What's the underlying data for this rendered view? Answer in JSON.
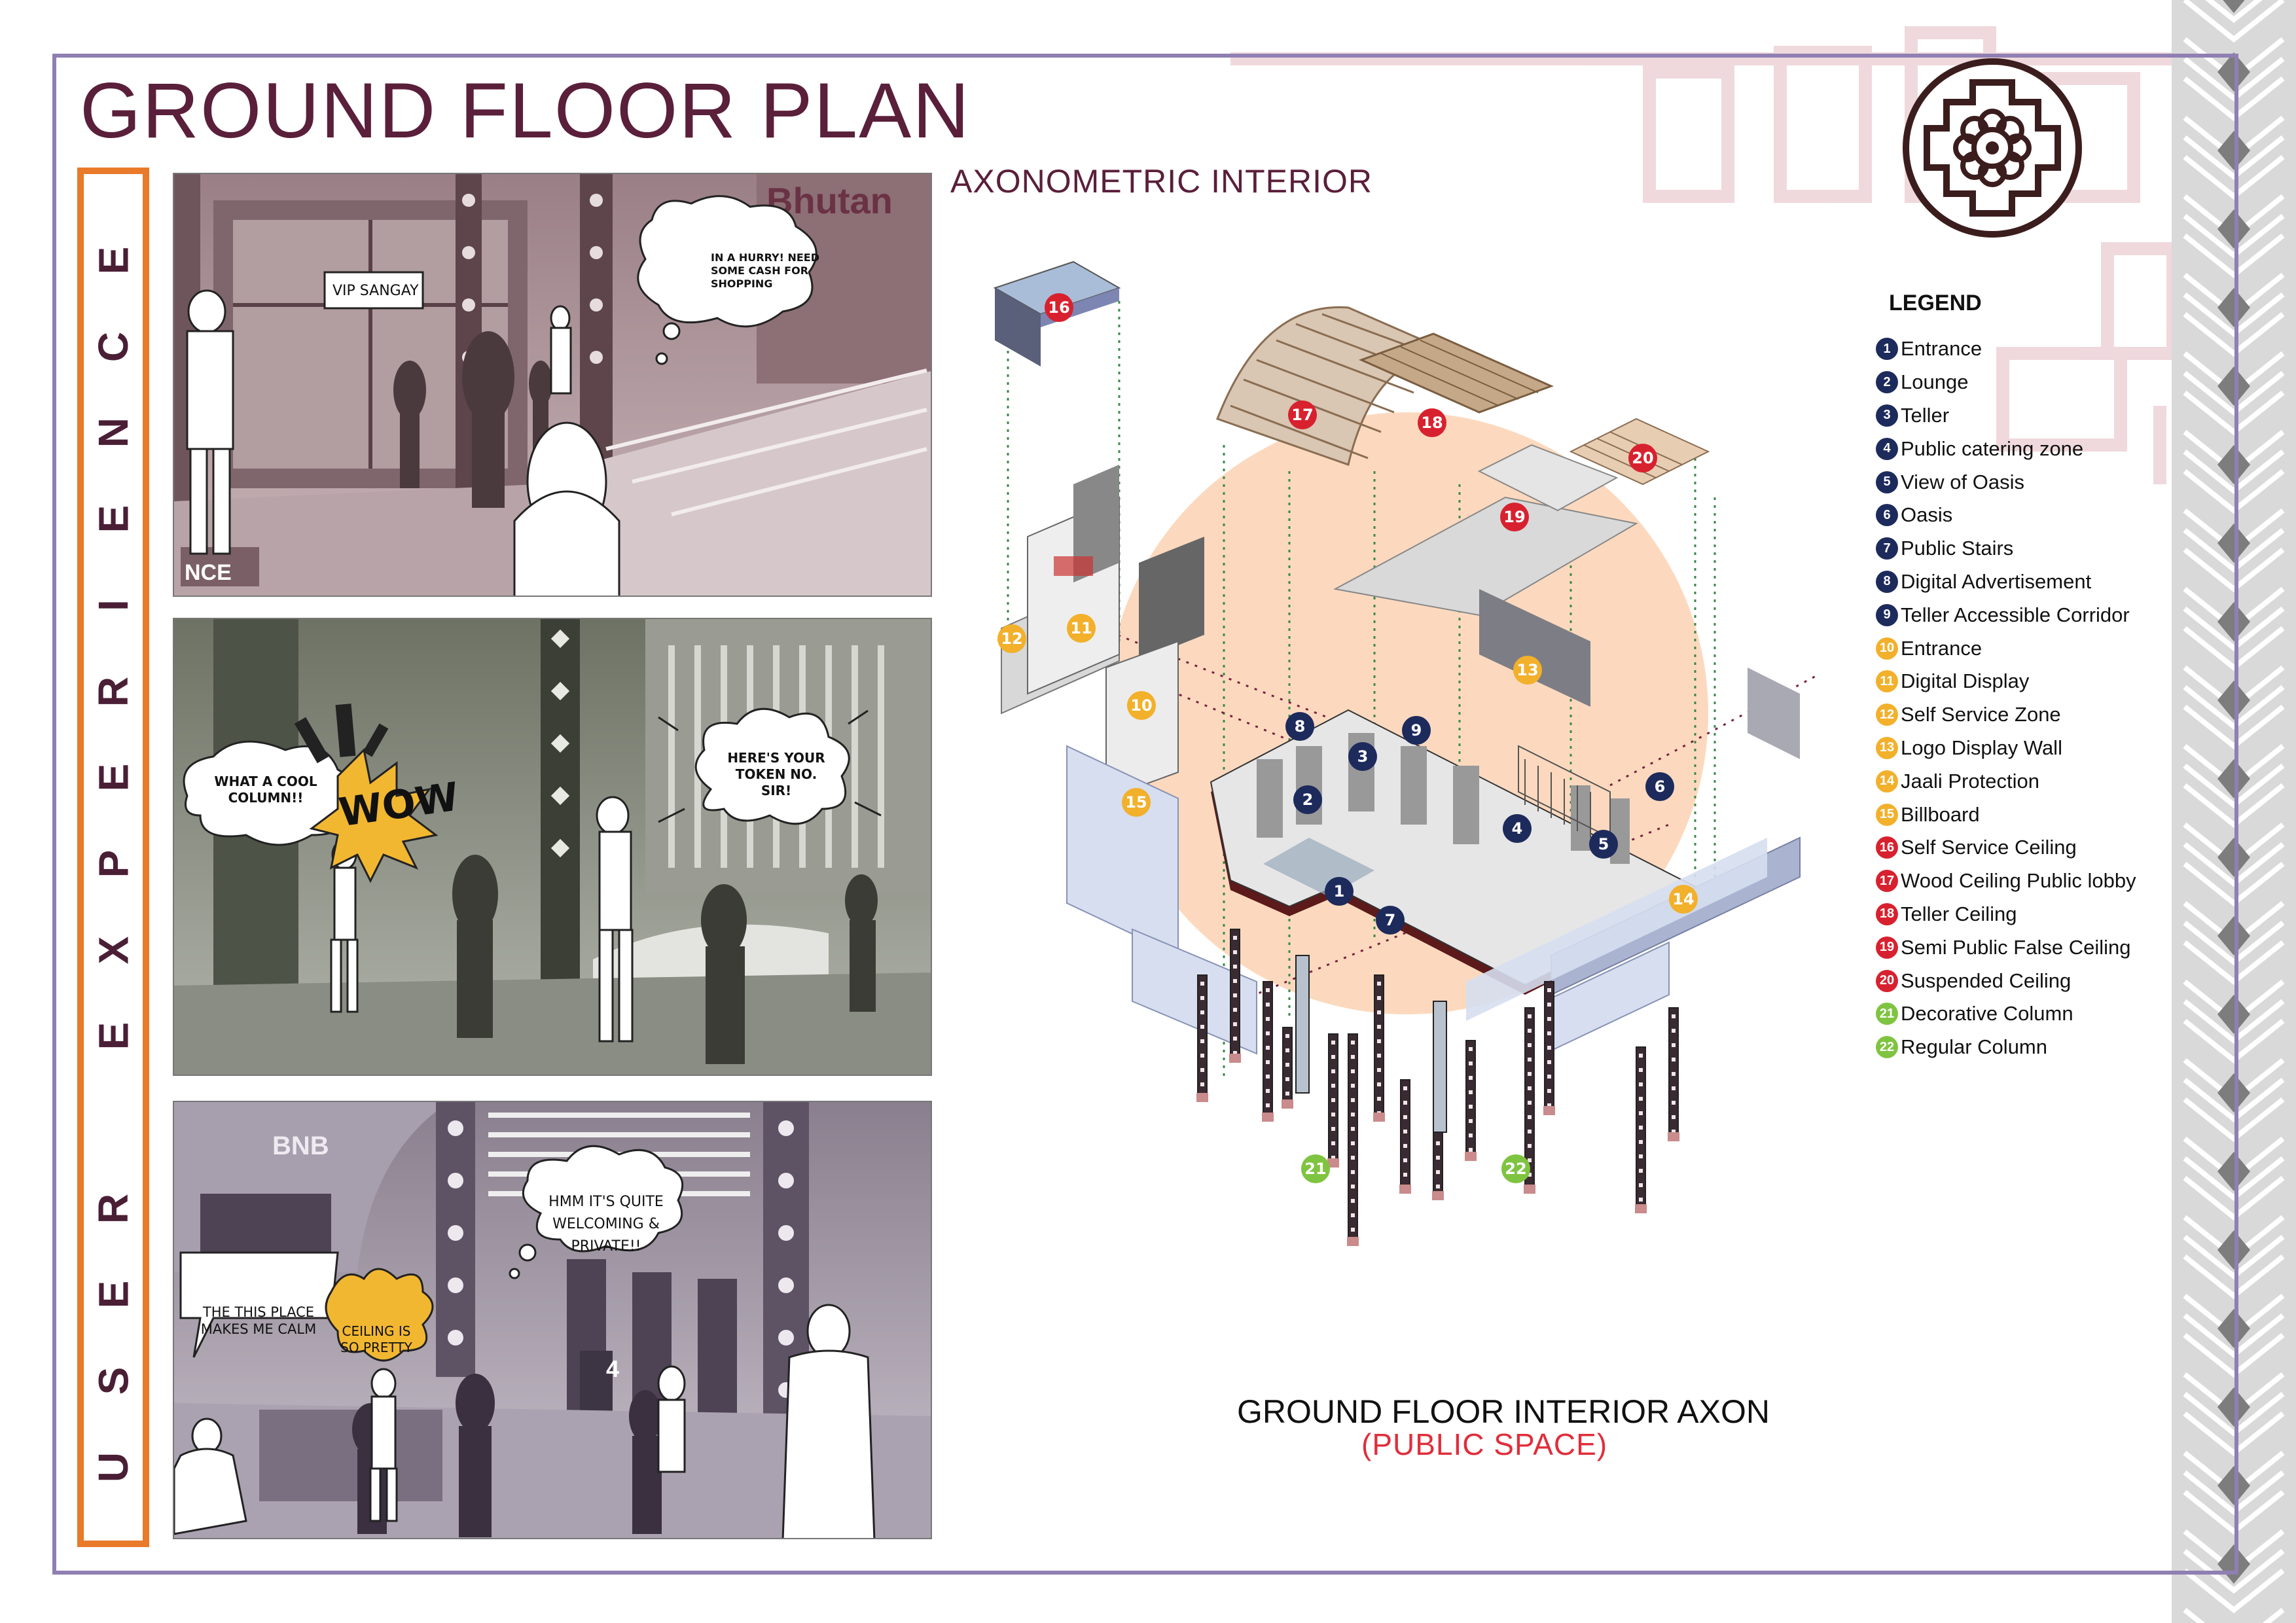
{
  "title": "GROUND FLOOR PLAN",
  "side_label": [
    "U",
    "S",
    "E",
    "R",
    "",
    "E",
    "X",
    "P",
    "E",
    "R",
    "I",
    "E",
    "N",
    "C",
    "E"
  ],
  "axon_subtitle": "AXONOMETRIC INTERIOR",
  "axon_title": "GROUND FLOOR INTERIOR AXON",
  "axon_subtitle2": "(PUBLIC SPACE)",
  "panels": {
    "top": {
      "sign": "VIP SANGAY",
      "bubble": "IN A HURRY! NEED SOME CASH FOR SHOPPING",
      "entrance_sign": "NCE",
      "building_text": "Bhutan"
    },
    "middle": {
      "bubble_left": "WHAT A COOL COLUMN!!",
      "wow": "WOW",
      "bubble_right": "HERE'S YOUR TOKEN NO. SIR!"
    },
    "bottom": {
      "brand": "BNB",
      "bubble_left": "THE THIS PLACE MAKES ME CALM",
      "bubble_yellow": "CEILING IS SO PRETTY",
      "bubble_right": "HMM IT'S QUITE WELCOMING & PRIVATE!!",
      "counter_number": "4"
    }
  },
  "legend": {
    "title": "LEGEND",
    "items": [
      {
        "num": "1",
        "label": "Entrance",
        "color": "navy"
      },
      {
        "num": "2",
        "label": "Lounge",
        "color": "navy"
      },
      {
        "num": "3",
        "label": "Teller",
        "color": "navy"
      },
      {
        "num": "4",
        "label": "Public catering  zone",
        "color": "navy"
      },
      {
        "num": "5",
        "label": "View of Oasis",
        "color": "navy"
      },
      {
        "num": "6",
        "label": "Oasis",
        "color": "navy"
      },
      {
        "num": "7",
        "label": "Public Stairs",
        "color": "navy"
      },
      {
        "num": "8",
        "label": "Digital Advertisement",
        "color": "navy"
      },
      {
        "num": "9",
        "label": "Teller Accessible Corridor",
        "color": "navy"
      },
      {
        "num": "10",
        "label": "Entrance",
        "color": "yellow"
      },
      {
        "num": "11",
        "label": "Digital Display",
        "color": "yellow"
      },
      {
        "num": "12",
        "label": "Self Service Zone",
        "color": "yellow"
      },
      {
        "num": "13",
        "label": "Logo Display Wall",
        "color": "yellow"
      },
      {
        "num": "14",
        "label": "Jaali Protection",
        "color": "yellow"
      },
      {
        "num": "15",
        "label": "Billboard",
        "color": "yellow"
      },
      {
        "num": "16",
        "label": "Self Service Ceiling",
        "color": "red"
      },
      {
        "num": "17",
        "label": "Wood Ceiling Public lobby",
        "color": "red"
      },
      {
        "num": "18",
        "label": "Teller Ceiling",
        "color": "red"
      },
      {
        "num": "19",
        "label": "Semi Public False Ceiling",
        "color": "red"
      },
      {
        "num": "20",
        "label": "Suspended Ceiling",
        "color": "red"
      },
      {
        "num": "21",
        "label": "Decorative Column",
        "color": "green"
      },
      {
        "num": "22",
        "label": "Regular Column",
        "color": "green"
      }
    ]
  },
  "colors": {
    "navy": "#1d2a5c",
    "yellow": "#f2b02b",
    "red": "#d8212f",
    "green": "#7fc440",
    "frame": "#8f7fb2",
    "accent_orange": "#e87a2a",
    "title": "#5a1f3a"
  }
}
